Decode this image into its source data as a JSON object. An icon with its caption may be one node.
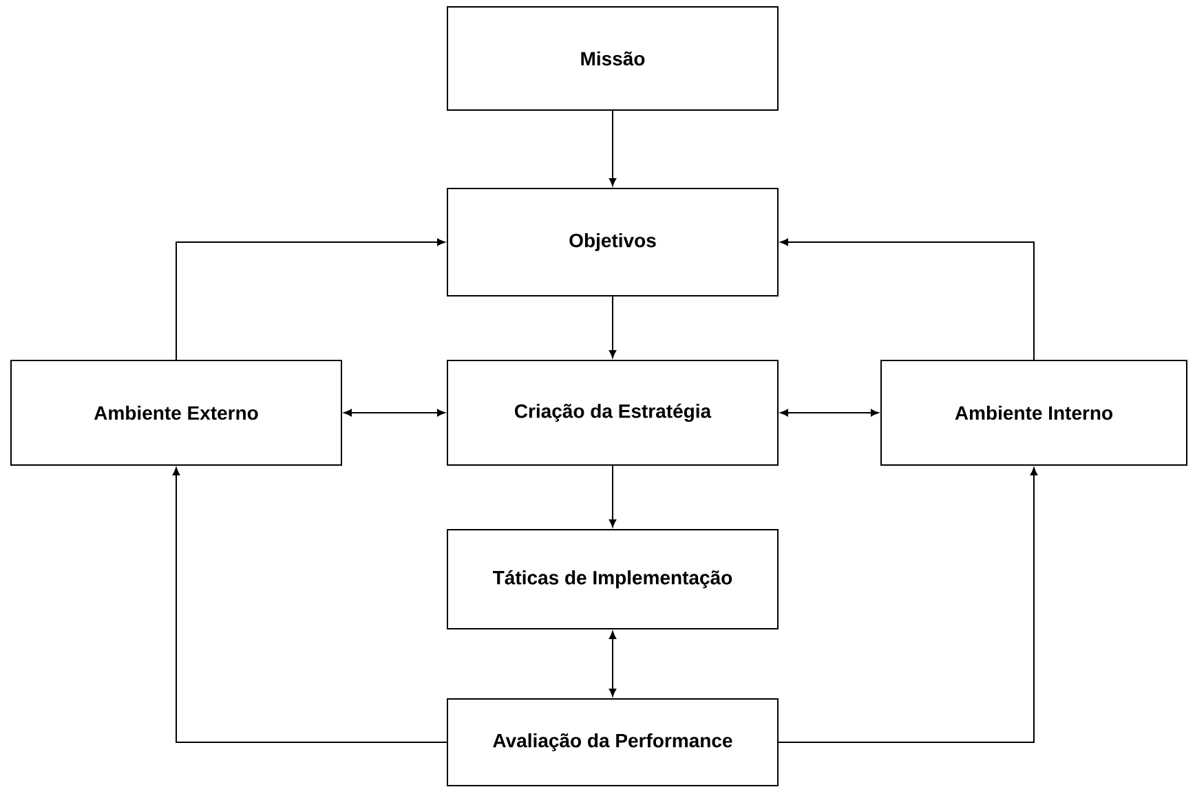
{
  "diagram": {
    "nodes": [
      {
        "text": [
          "Missão"
        ]
      },
      {
        "text": [
          "Objetivos"
        ]
      },
      {
        "text": [
          "Ambiente Externo"
        ]
      },
      {
        "text": [
          "Criação da Estratégia"
        ]
      },
      {
        "text": [
          "Ambiente Interno"
        ]
      },
      {
        "text": [
          "Táticas de Implementação"
        ]
      },
      {
        "text": [
          "Avaliação da Performance"
        ]
      }
    ],
    "edges": [
      {
        "from": 0,
        "to": 1,
        "arrow": "to"
      },
      {
        "from": 1,
        "to": 3,
        "arrow": "to"
      },
      {
        "from": 2,
        "to": 1,
        "arrow": "to"
      },
      {
        "from": 4,
        "to": 1,
        "arrow": "to"
      },
      {
        "from": 3,
        "to": 2,
        "arrow": "both"
      },
      {
        "from": 3,
        "to": 4,
        "arrow": "both"
      },
      {
        "from": 3,
        "to": 5,
        "arrow": "to"
      },
      {
        "from": 5,
        "to": 6,
        "arrow": "both"
      },
      {
        "from": 6,
        "to": 2,
        "arrow": "to"
      },
      {
        "from": 6,
        "to": 4,
        "arrow": "to"
      }
    ]
  }
}
